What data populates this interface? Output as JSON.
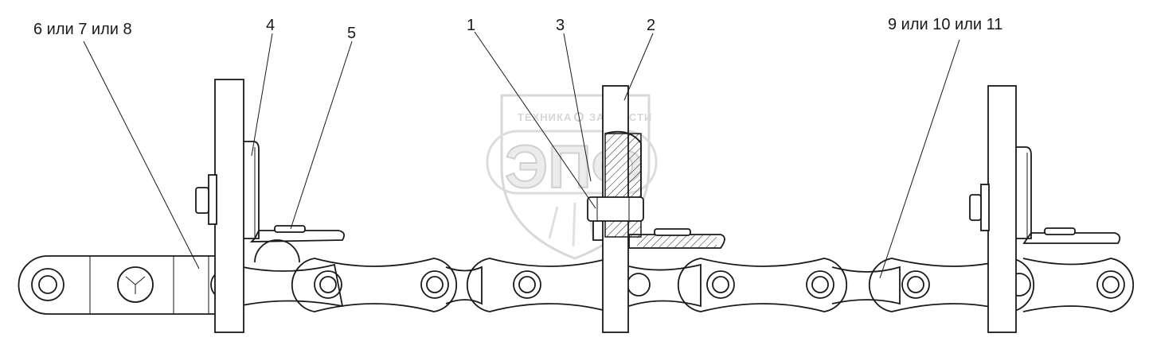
{
  "callouts": [
    {
      "id": "c6",
      "text": "6 или 7 или 8"
    },
    {
      "id": "c4",
      "text": "4"
    },
    {
      "id": "c5",
      "text": "5"
    },
    {
      "id": "c1",
      "text": "1"
    },
    {
      "id": "c3",
      "text": "3"
    },
    {
      "id": "c2",
      "text": "2"
    },
    {
      "id": "c9",
      "text": "9 или 10 или 11"
    }
  ],
  "watermark": {
    "top_left": "ТЕХНИКА",
    "top_right": "ЗАПЧАСТИ",
    "logo": "ЭПФ"
  },
  "colors": {
    "line": "#1a1a1a",
    "watermark": "#d0d0d0",
    "background": "#ffffff"
  }
}
